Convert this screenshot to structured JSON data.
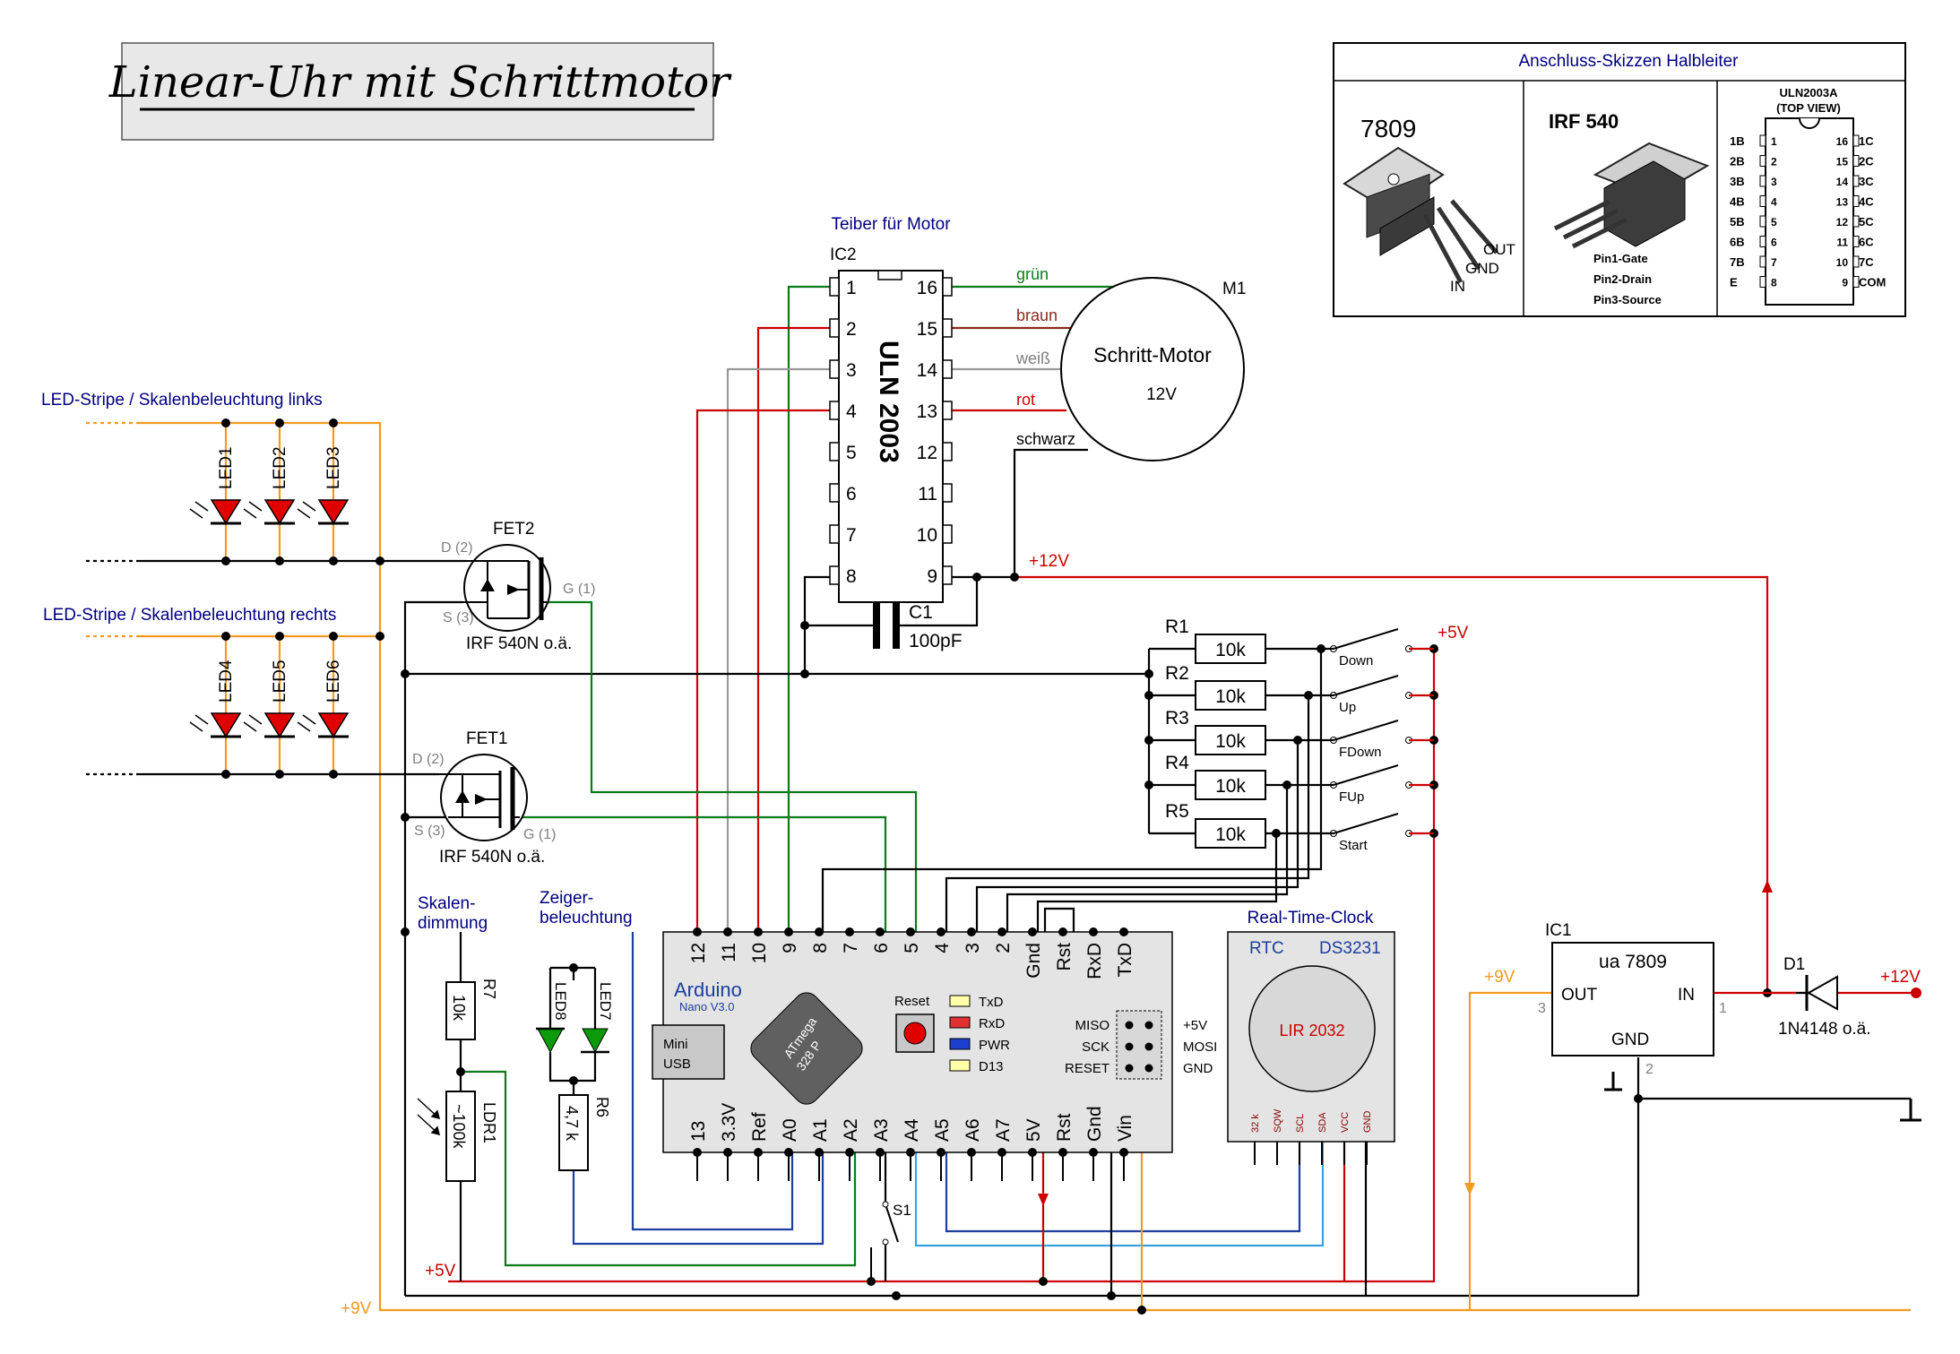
{
  "title": "Linear-Uhr mit Schrittmotor",
  "ic2": {
    "heading": "Teiber für Motor",
    "ref": "IC2",
    "chip": "ULN 2003",
    "pins_left": [
      "1",
      "2",
      "3",
      "4",
      "5",
      "6",
      "7",
      "8"
    ],
    "pins_right": [
      "16",
      "15",
      "14",
      "13",
      "12",
      "11",
      "10",
      "9"
    ]
  },
  "motor": {
    "ref": "M1",
    "name": "Schritt-Motor",
    "voltage": "12V",
    "wires": [
      "grün",
      "braun",
      "weiß",
      "rot",
      "schwarz"
    ]
  },
  "capacitor": {
    "ref": "C1",
    "value": "100pF"
  },
  "supply": {
    "v12": "+12V",
    "v5": "+5V",
    "v9": "+9V"
  },
  "led_strip_left": {
    "label": "LED-Stripe / Skalenbeleuchtung links",
    "leds": [
      "LED1",
      "LED2",
      "LED3"
    ]
  },
  "led_strip_right": {
    "label": "LED-Stripe / Skalenbeleuchtung rechts",
    "leds": [
      "LED4",
      "LED5",
      "LED6"
    ]
  },
  "fet2": {
    "ref": "FET2",
    "d": "D (2)",
    "s": "S (3)",
    "g": "G (1)",
    "type": "IRF 540N o.ä."
  },
  "fet1": {
    "ref": "FET1",
    "d": "D (2)",
    "s": "S (3)",
    "g": "G (1)",
    "type": "IRF 540N o.ä."
  },
  "resistors": [
    {
      "ref": "R1",
      "value": "10k"
    },
    {
      "ref": "R2",
      "value": "10k"
    },
    {
      "ref": "R3",
      "value": "10k"
    },
    {
      "ref": "R4",
      "value": "10k"
    },
    {
      "ref": "R5",
      "value": "10k"
    }
  ],
  "buttons": [
    "Down",
    "Up",
    "FDown",
    "FUp",
    "Start"
  ],
  "skalendimmung": {
    "label1": "Skalen-",
    "label2": "dimmung",
    "r7": "R7",
    "r7_value": "10k",
    "ldr": "LDR1",
    "ldr_value": "~100k"
  },
  "zeiger": {
    "label1": "Zeiger-",
    "label2": "beleuchtung",
    "led7": "LED7",
    "led8": "LED8",
    "r6": "R6",
    "r6_value": "4,7 k"
  },
  "arduino": {
    "name": "Arduino",
    "model": "Nano V3.0",
    "top_pins": [
      "12",
      "11",
      "10",
      "9",
      "8",
      "7",
      "6",
      "5",
      "4",
      "3",
      "2",
      "Gnd",
      "Rst",
      "RxD",
      "TxD"
    ],
    "bottom_pins": [
      "13",
      "3.3V",
      "Ref",
      "A0",
      "A1",
      "A2",
      "A3",
      "A4",
      "A5",
      "A6",
      "A7",
      "5V",
      "Rst",
      "Gnd",
      "Vin"
    ],
    "chip1": "ATmega",
    "chip2": "328 P",
    "reset": "Reset",
    "leds": [
      "TxD",
      "RxD",
      "PWR",
      "D13"
    ],
    "usb1": "Mini",
    "usb2": "USB",
    "icsp_left": [
      "MISO",
      "SCK",
      "RESET"
    ],
    "icsp_right": [
      "+5V",
      "MOSI",
      "GND"
    ]
  },
  "switch_s1": "S1",
  "rtc": {
    "heading": "Real-Time-Clock",
    "label": "RTC",
    "chip": "DS3231",
    "battery": "LIR 2032",
    "pins": [
      "32 k",
      "SQW",
      "SCL",
      "SDA",
      "VCC",
      "GND"
    ]
  },
  "ic1": {
    "ref": "IC1",
    "name": "ua 7809",
    "out": "OUT",
    "in": "IN",
    "gnd": "GND",
    "pin3": "3",
    "pin1": "1",
    "pin2": "2"
  },
  "diode": {
    "ref": "D1",
    "type": "1N4148 o.ä."
  },
  "panel": {
    "title": "Anschluss-Skizzen  Halbleiter",
    "reg": "7809",
    "reg_pins": [
      "OUT",
      "GND",
      "IN"
    ],
    "irf": "IRF 540",
    "irf_pins": [
      "Pin1-Gate",
      "Pin2-Drain",
      "Pin3-Source"
    ],
    "uln_title": "ULN2003A",
    "uln_sub": "(TOP VIEW)",
    "uln_left": [
      "1B",
      "2B",
      "3B",
      "4B",
      "5B",
      "6B",
      "7B",
      "E"
    ],
    "uln_left_num": [
      "1",
      "2",
      "3",
      "4",
      "5",
      "6",
      "7",
      "8"
    ],
    "uln_right_num": [
      "16",
      "15",
      "14",
      "13",
      "12",
      "11",
      "10",
      "9"
    ],
    "uln_right": [
      "1C",
      "2C",
      "3C",
      "4C",
      "5C",
      "6C",
      "7C",
      "COM"
    ]
  },
  "colors": {
    "wire": "#000000",
    "red": "#cc0000",
    "orange": "#f39a21",
    "green": "#0a7a1a",
    "blue": "#1c3fa0",
    "lightblue": "#3aa0e0",
    "gray": "#999999",
    "brown": "#8b2a1c",
    "led": "#e00000",
    "ledgreen": "#0a9a0a"
  }
}
